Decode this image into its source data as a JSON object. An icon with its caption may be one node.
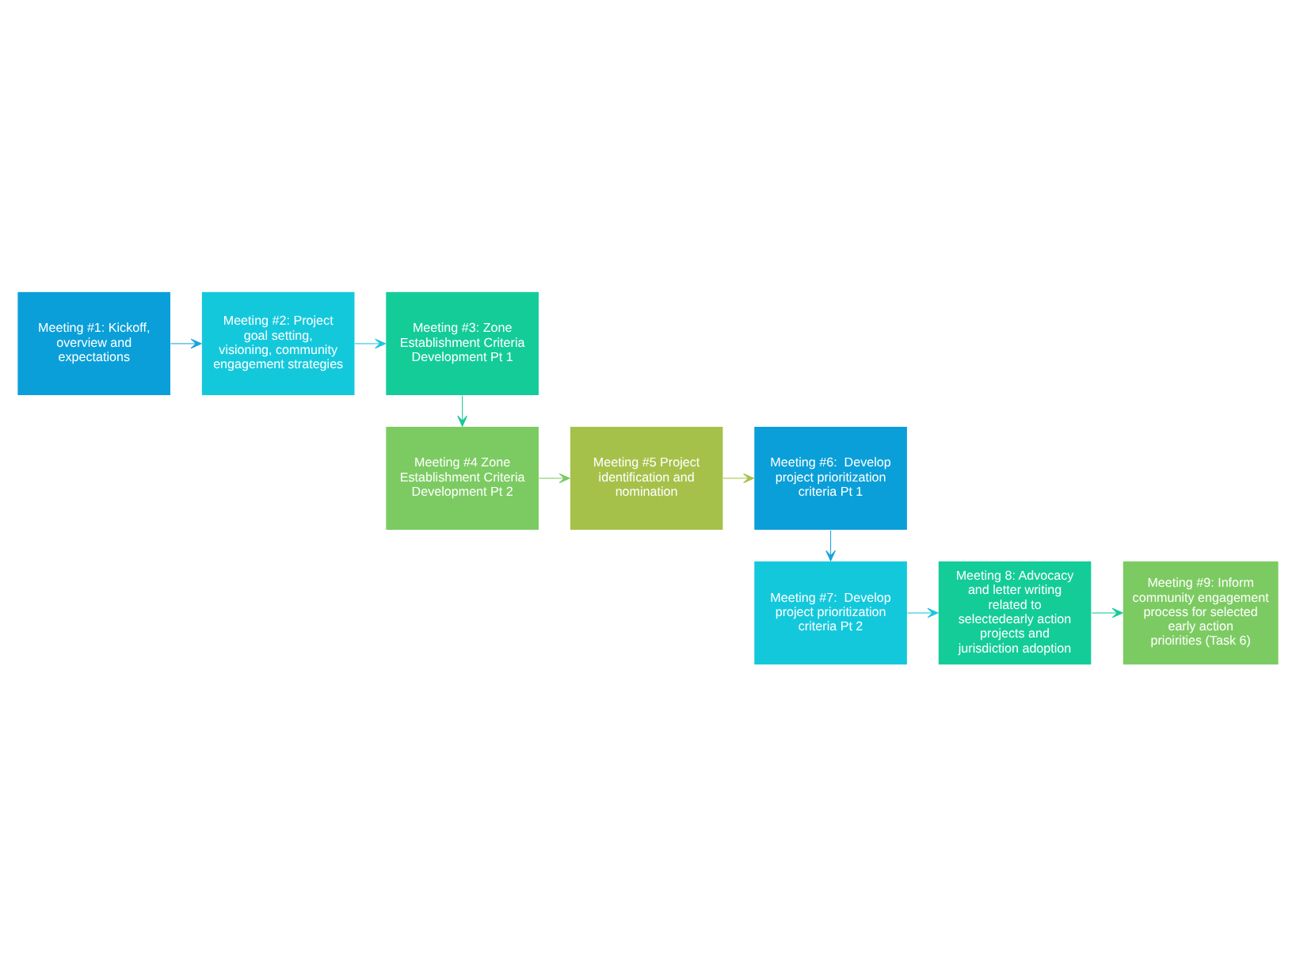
{
  "diagram": {
    "nodes": [
      {
        "text": [
          "Meeting #1: Kickoff, overview and expectations"
        ]
      },
      {
        "text": [
          "Meeting #2: Project goal setting, visioning, community engagement strategies"
        ]
      },
      {
        "text": [
          "Meeting #3: Zone Establishment Criteria Development Pt 1"
        ]
      },
      {
        "text": [
          "Meeting #4 Zone Establishment Criteria Development Pt 2"
        ]
      },
      {
        "text": [
          "Meeting #5 Project identification and nomination"
        ]
      },
      {
        "text": [
          "Meeting #6:  Develop project prioritization criteria Pt 1"
        ]
      },
      {
        "text": [
          "Meeting #7:  Develop project prioritization criteria Pt 2"
        ]
      },
      {
        "text": [
          "Meeting 8: Advocacy and letter writing related to selectedearly action projects and jurisdiction adoption"
        ]
      },
      {
        "text": [
          "Meeting #9: Inform community engagement process for selected early action prioirities (Task 6)"
        ]
      }
    ],
    "edges": [
      {
        "from": 0,
        "to": 1,
        "arrow": "to",
        "color": "#1aa3dc"
      },
      {
        "from": 1,
        "to": 2,
        "arrow": "to",
        "color": "#1ac6dc"
      },
      {
        "from": 2,
        "to": 3,
        "arrow": "to",
        "color": "#18c99a"
      },
      {
        "from": 3,
        "to": 4,
        "arrow": "to",
        "color": "#7dc964"
      },
      {
        "from": 4,
        "to": 5,
        "arrow": "to",
        "color": "#a7c24a"
      },
      {
        "from": 5,
        "to": 6,
        "arrow": "to",
        "color": "#1aa3dc"
      },
      {
        "from": 6,
        "to": 7,
        "arrow": "to",
        "color": "#1ac6dc"
      },
      {
        "from": 7,
        "to": 8,
        "arrow": "to",
        "color": "#18c99a"
      }
    ]
  }
}
